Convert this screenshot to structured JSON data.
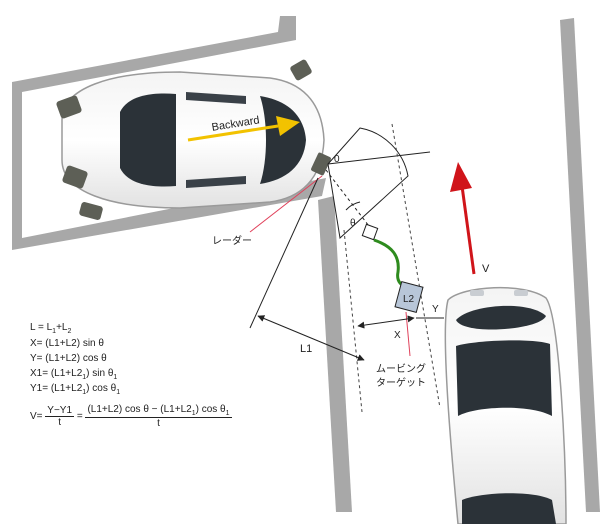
{
  "labels": {
    "backward": "Backward",
    "origin": "0",
    "theta": "θ",
    "radar": "レーダー",
    "l1": "L1",
    "l2": "L2",
    "x": "X",
    "y": "Y",
    "v": "V",
    "moving_target_line1": "ムービング",
    "moving_target_line2": "ターゲット"
  },
  "equations": {
    "l_base": "L = L",
    "l_s1": "1",
    "l_plus": "+L",
    "l_s2": "2",
    "x_eq": "X= (L1+L2) sin θ",
    "y_eq": "Y= (L1+L2) cos θ",
    "x1_pre": "X1= (L1+L2",
    "x1_sub": "1",
    "x1_post": ") sin θ",
    "x1_sub2": "1",
    "y1_pre": "Y1= (L1+L2",
    "y1_sub": "1",
    "y1_post": ") cos θ",
    "y1_sub2": "1",
    "v_pre": "V=",
    "frac1_num": "Y−Y1",
    "frac1_den": "t",
    "eq_sign": "=",
    "frac2_num_a": "(L1+L2) cos θ − (L1+L2",
    "frac2_num_sub": "1",
    "frac2_num_b": ") cos θ",
    "frac2_num_sub2": "1",
    "frac2_den": "t"
  },
  "colors": {
    "arrow_yellow": "#f2c200",
    "arrow_red": "#d0141a",
    "trace_green": "#2e8b1e",
    "radar_pink": "#e0405a",
    "wall_gray": "#a8a8a8",
    "target_blue": "#b8c6d8"
  }
}
